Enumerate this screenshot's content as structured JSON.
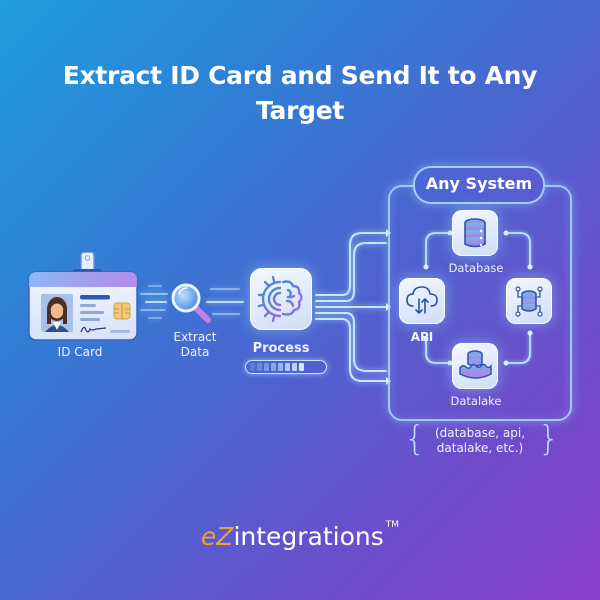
{
  "title": {
    "line1": "Extract ID Card and Send It to Any",
    "line2": "Target"
  },
  "steps": {
    "id_card": {
      "label": "ID Card",
      "icon": "id-card-icon"
    },
    "extract": {
      "label_line1": "Extract",
      "label_line2": "Data",
      "icon": "magnifier-icon"
    },
    "process": {
      "label": "Process",
      "icon": "gear-brain-icon",
      "progress_segments_filled": 8,
      "progress_segments_total": 12
    }
  },
  "system": {
    "title": "Any System",
    "nodes": [
      {
        "label": "Database",
        "icon": "database-icon"
      },
      {
        "label": "API",
        "icon": "cloud-upload-download-icon"
      },
      {
        "label": "",
        "icon": "database-network-icon"
      },
      {
        "label": "Datalake",
        "icon": "datalake-icon"
      }
    ],
    "note_line1": "(database, api,",
    "note_line2": "datalake, etc.)",
    "brace_left": "{",
    "brace_right": "}"
  },
  "brand": {
    "prefix": "eZ",
    "name": "integrations",
    "trademark": "TM"
  },
  "colors": {
    "bg_start": "#1f9fdc",
    "bg_end": "#8a3fcc",
    "brand_accent": "#f0a130",
    "glow": "#bfe6ff"
  }
}
